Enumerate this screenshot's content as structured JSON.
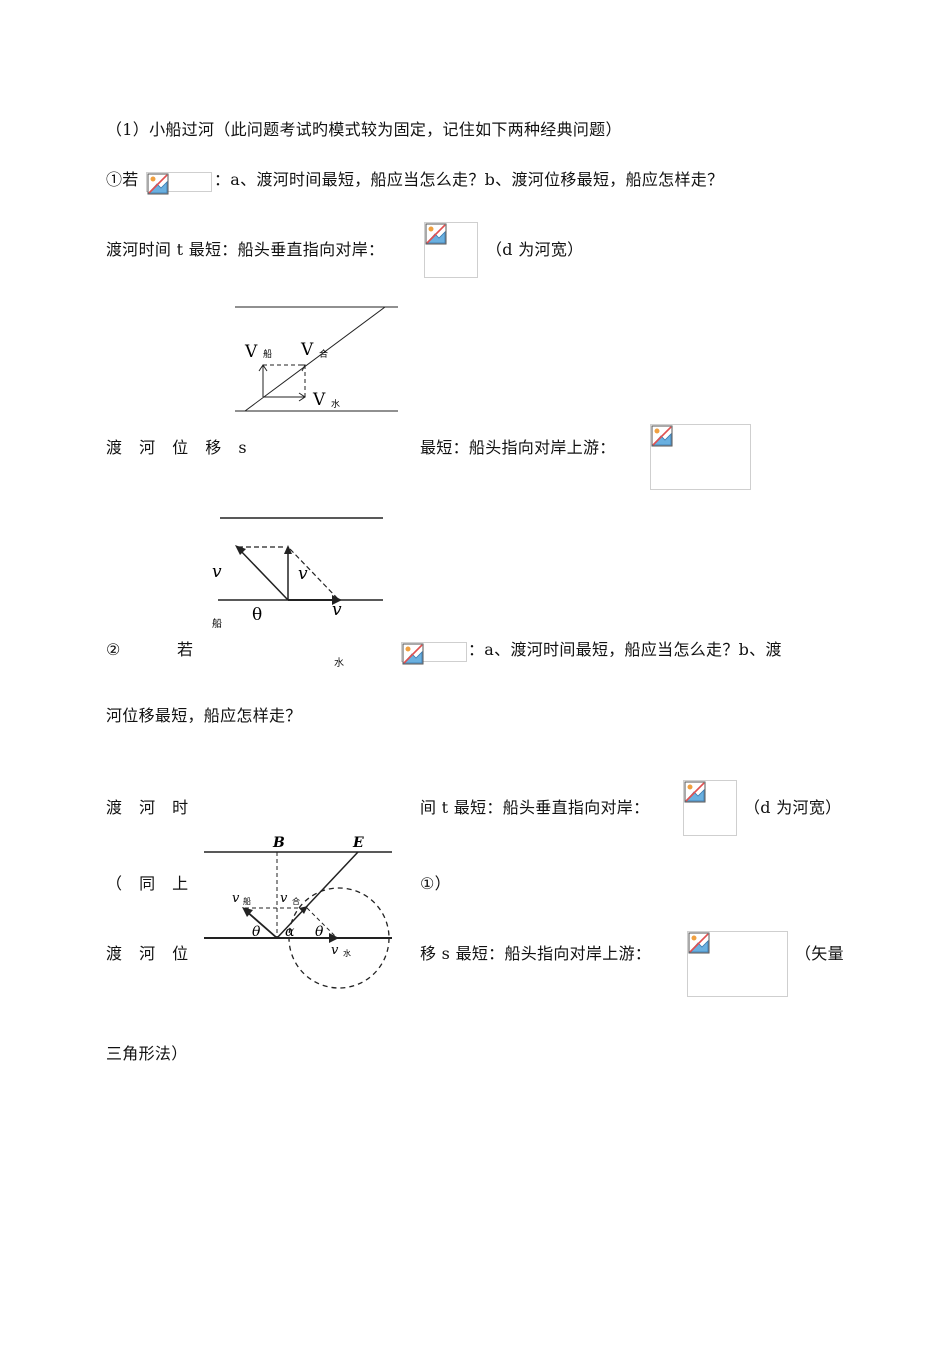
{
  "document": {
    "heading": "（1）小船过河（此问题考试旳模式较为固定，记住如下两种经典问题）",
    "case1": {
      "question_prefix": "①若",
      "question_suffix": "：a、渡河时间最短，船应当怎么走？b、渡河位移最短，船应怎样走？",
      "min_time_text": "渡河时间 t 最短：船头垂直指向对岸：",
      "min_time_note": "（d 为河宽）",
      "min_disp_left": "渡 河 位 移 s",
      "min_disp_right": "最短：船头指向对岸上游：",
      "figure1": {
        "label_boat": "V",
        "sub_boat": "船",
        "label_sum": "V",
        "sub_sum": "合",
        "label_water": "V",
        "sub_water": "水"
      },
      "figure2": {
        "label_v1": "v",
        "label_v2": "v",
        "label_v3": "v",
        "label_theta": "θ",
        "sub_boat": "船"
      }
    },
    "case2": {
      "question_prefix": "②",
      "question_ruo": "若",
      "question_sub_water": "水",
      "question_suffix": "：a、渡河时间最短，船应当怎么走？b、渡",
      "question_line2": "河位移最短，船应怎样走？",
      "min_time_left": "渡 河 时",
      "min_time_right": "间 t 最短：船头垂直指向对岸：",
      "min_time_note": "（d 为河宽）",
      "same_left": "（ 同 上",
      "same_right": "①）",
      "min_disp_left": "渡 河 位",
      "min_disp_right": "移 s 最短：船头指向对岸上游：",
      "min_disp_note": "（矢量",
      "min_disp_line2": "三角形法）",
      "figure3": {
        "label_B": "B",
        "label_E": "E",
        "label_vboat": "v",
        "sub_vboat": "船",
        "label_vsum": "v",
        "sub_vsum": "合",
        "label_theta1": "θ",
        "label_alpha": "α",
        "label_theta2": "θ",
        "label_vwater": "v",
        "sub_vwater": "水"
      }
    }
  },
  "icons": {
    "broken_image": "broken-image-icon"
  }
}
